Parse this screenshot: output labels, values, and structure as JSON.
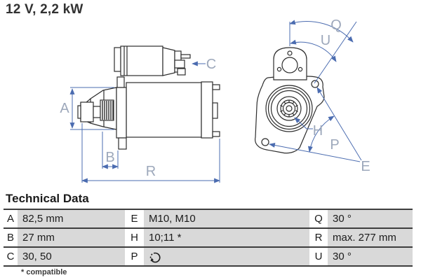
{
  "title": "12 V, 2,2 kW",
  "diagram": {
    "dimension_labels": {
      "A": "A",
      "B": "B",
      "C": "C",
      "R": "R",
      "Q": "Q",
      "U": "U",
      "H": "H",
      "P": "P",
      "E": "E"
    }
  },
  "colors": {
    "dimension_line": "#4b6cb0",
    "dimension_label": "#9da8bb",
    "part_outline": "#2d2d2d",
    "table_value_bg": "#d9d9d9",
    "table_rule": "#3e3e3e",
    "text": "#1b1b1b"
  },
  "technical_data": {
    "heading": "Technical Data",
    "rows": [
      {
        "cells": [
          {
            "key": "A",
            "value": "82,5 mm"
          },
          {
            "key": "E",
            "value": "M10, M10"
          },
          {
            "key": "Q",
            "value": "30 °"
          }
        ]
      },
      {
        "cells": [
          {
            "key": "B",
            "value": "27 mm"
          },
          {
            "key": "H",
            "value": "10;11 *"
          },
          {
            "key": "R",
            "value": "max. 277 mm"
          }
        ]
      },
      {
        "cells": [
          {
            "key": "C",
            "value": "30, 50"
          },
          {
            "key": "P",
            "value": "",
            "icon": "rotation-direction-icon"
          },
          {
            "key": "U",
            "value": "30 °"
          }
        ]
      }
    ],
    "footnote": "* compatible"
  }
}
